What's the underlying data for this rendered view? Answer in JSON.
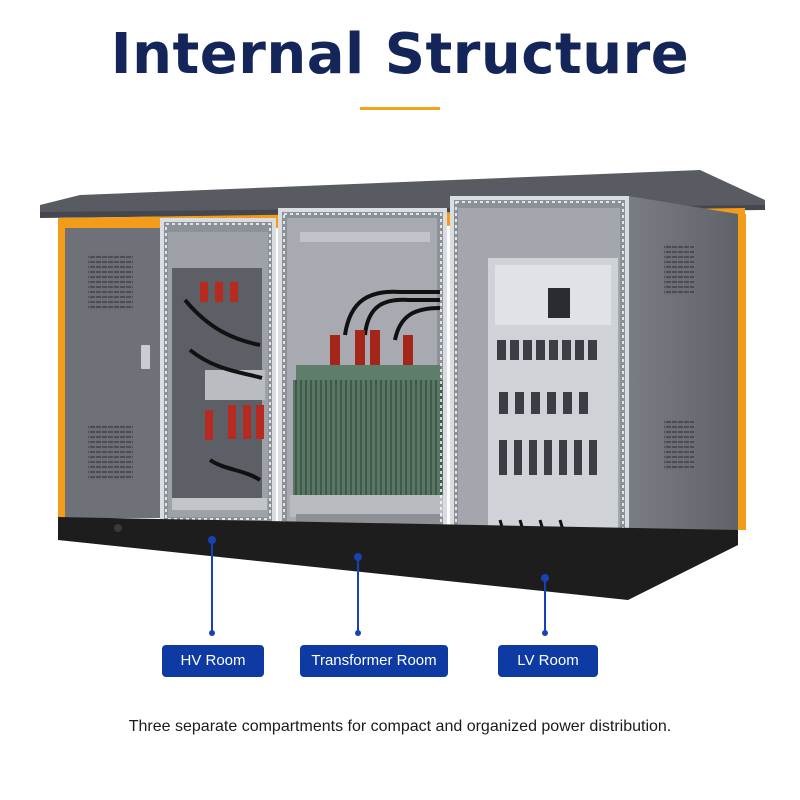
{
  "title": "Internal Structure",
  "compartments": [
    {
      "label": "HV Room"
    },
    {
      "label": "Transformer Room"
    },
    {
      "label": "LV Room"
    }
  ],
  "caption": "Three separate compartments for compact and organized power distribution.",
  "colors": {
    "title": "#14255a",
    "accent": "#f2a51b",
    "label_bg": "#0d3aa3",
    "label_text": "#ffffff",
    "housing": "#6d7177",
    "roof": "#5c6066",
    "frame": "#f39c1a",
    "base": "#1d1d1d",
    "transformer": "#4f6b5a"
  }
}
